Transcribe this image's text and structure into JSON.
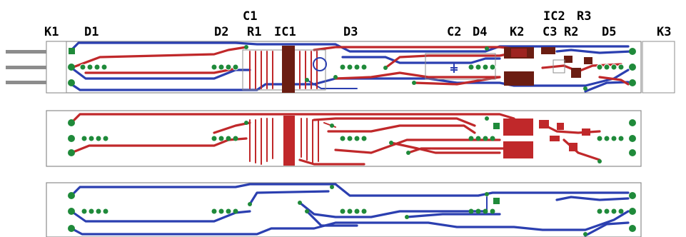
{
  "labels": {
    "k1": "K1",
    "d1": "D1",
    "c1": "C1",
    "d2": "D2",
    "r1": "R1",
    "ic1": "IC1",
    "d3": "D3",
    "c2": "C2",
    "d4": "D4",
    "k2": "K2",
    "ic2": "IC2",
    "r3": "R3",
    "c3": "C3",
    "r2": "R2",
    "d5": "D5",
    "k3": "K3"
  },
  "layers": [
    "combined",
    "top-copper",
    "bottom-copper"
  ],
  "colors": {
    "top_copper": "#c0282a",
    "bottom_copper": "#2b3fb0",
    "pads": "#1f8a3a",
    "outline": "#8c8c8c",
    "silkscreen_dark": "#6b1d12"
  }
}
